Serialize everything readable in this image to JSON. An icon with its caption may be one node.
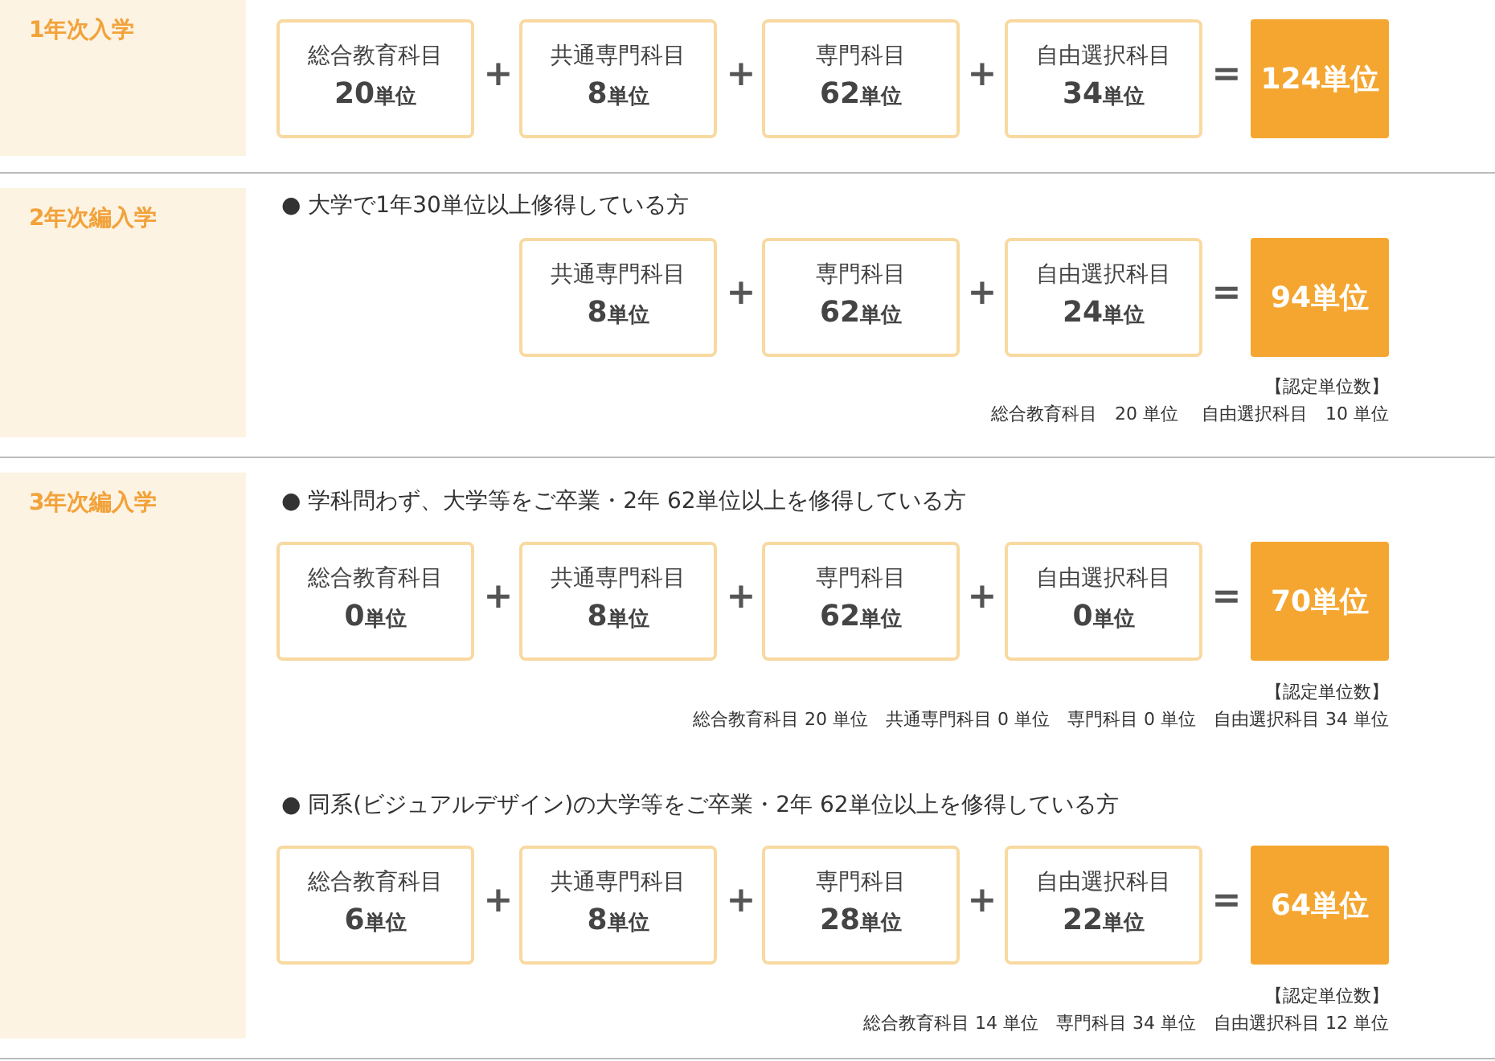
{
  "diagram": {
    "nodes": [
      {
        "text": [
          "1年次入学"
        ]
      },
      {
        "text": [
          "総合教育科目",
          "20単位"
        ]
      },
      {
        "text": [
          "共通専門科目",
          "8単位"
        ]
      },
      {
        "text": [
          "専門科目",
          "62単位"
        ]
      },
      {
        "text": [
          "自由選択科目",
          "34単位"
        ]
      },
      {
        "text": [
          "124単位"
        ]
      },
      {
        "text": [
          "2年次編入学"
        ]
      },
      {
        "text": [
          "共通専門科目",
          "8単位"
        ]
      },
      {
        "text": [
          "専門科目",
          "62単位"
        ]
      },
      {
        "text": [
          "自由選択科目",
          "24単位"
        ]
      },
      {
        "text": [
          "94単位"
        ]
      },
      {
        "text": [
          "3年次編入学"
        ]
      },
      {
        "text": [
          "総合教育科目",
          "0単位"
        ]
      },
      {
        "text": [
          "共通専門科目",
          "8単位"
        ]
      },
      {
        "text": [
          "専門科目",
          "62単位"
        ]
      },
      {
        "text": [
          "自由選択科目",
          "0単位"
        ]
      },
      {
        "text": [
          "70単位"
        ]
      },
      {
        "text": [
          "総合教育科目",
          "6単位"
        ]
      },
      {
        "text": [
          "共通専門科目",
          "8単位"
        ]
      },
      {
        "text": [
          "専門科目",
          "28単位"
        ]
      },
      {
        "text": [
          "自由選択科目",
          "22単位"
        ]
      },
      {
        "text": [
          "64単位"
        ]
      }
    ],
    "labels": [
      "+",
      "+",
      "+",
      "=",
      "● 大学で1年30単位以上修得している方",
      "+",
      "+",
      "=",
      "【認定単位数】",
      "総合教育科目　20 単位　 自由選択科目　10 単位",
      "● 学科問わず、大学等をご卒業・2年 62単位以上を修得している方",
      "+",
      "+",
      "+",
      "=",
      "【認定単位数】",
      "総合教育科目 20 単位　共通専門科目 0 単位　専門科目 0 単位　自由選択科目 34 単位",
      "● 同系(ビジュアルデザイン)の大学等をご卒業・2年 62単位以上を修得している方",
      "+",
      "+",
      "+",
      "=",
      "【認定単位数】",
      "総合教育科目 14 単位　専門科目 34 単位　自由選択科目 12 単位"
    ]
  }
}
